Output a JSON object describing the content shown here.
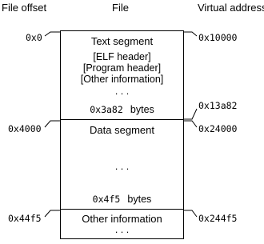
{
  "headers": {
    "file_offset": "File offset",
    "file": "File",
    "virtual_address": "Virtual address"
  },
  "segments": {
    "text": {
      "title": "Text segment",
      "lines": [
        "[ELF header]",
        "[Program header]",
        "[Other information]"
      ],
      "ellipsis": ". . .",
      "size": "0x3a82",
      "size_unit": "bytes"
    },
    "data": {
      "title": "Data segment",
      "ellipsis": ". . .",
      "size": "0x4f5",
      "size_unit": "bytes"
    },
    "other": {
      "title": "Other information",
      "ellipsis": ". . ."
    }
  },
  "offsets": {
    "text_start": "0x0",
    "data_start": "0x4000",
    "other_start": "0x44f5"
  },
  "addresses": {
    "text_start": "0x10000",
    "text_end": "0x13a82",
    "data_start": "0x24000",
    "other_start": "0x244f5"
  }
}
